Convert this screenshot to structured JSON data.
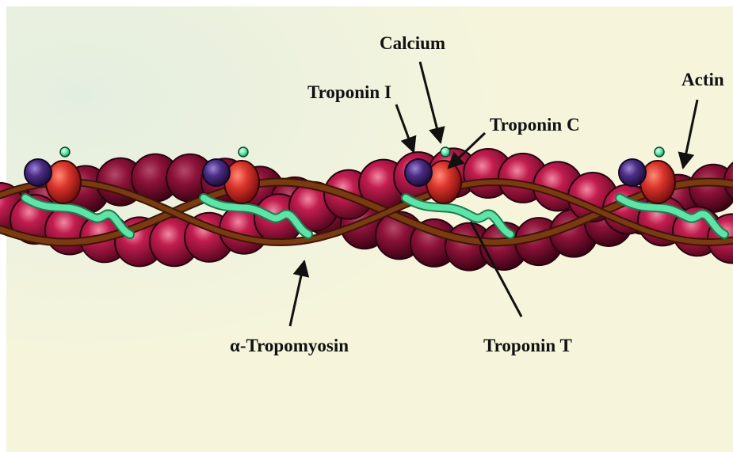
{
  "labels": {
    "calcium": "Calcium",
    "troponin_i": "Troponin I",
    "troponin_c": "Troponin C",
    "actin": "Actin",
    "tropomyosin": "α-Tropomyosin",
    "troponin_t": "Troponin T"
  },
  "colors": {
    "background": "#f6f5dc",
    "actin": "#c21d4f",
    "actin_dark": "#7a0c2e",
    "tropomyosin": "#7a3a12",
    "troponin_t": "#5fe3a6",
    "troponin_i": "#4b2d83",
    "troponin_c": "#d9342b",
    "calcium": "#5fe3a6"
  },
  "complex_count": 4
}
